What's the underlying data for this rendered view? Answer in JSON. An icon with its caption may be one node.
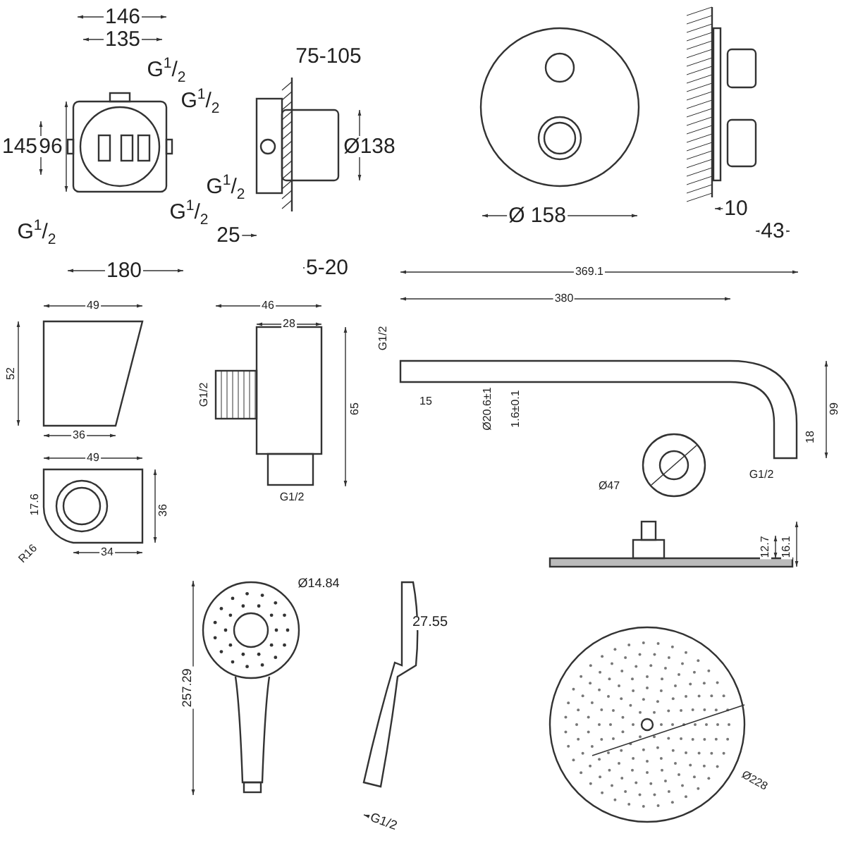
{
  "diagram": {
    "labels": [
      "146",
      "135",
      "G$^{1}$/$_{2}$",
      "G$^{1}$/$_{2}$",
      "145",
      "96",
      "75-105",
      "Ø138",
      "G$^{1}$/$_{2}$",
      "G$^{1}$/$_{2}$",
      "G$^{1}$/$_{2}$",
      "25",
      "180",
      "5-20",
      "Ø 158",
      "10",
      "43",
      "369.1",
      "49",
      "46",
      "28",
      "380",
      "52",
      "G1/2",
      "G1/2",
      "65",
      "15",
      "Ø20.6±1",
      "1.6±0.1",
      "99",
      "36",
      "49",
      "18",
      "G1/2",
      "Ø47",
      "G1/2",
      "17.6",
      "36",
      "R16",
      "34",
      "12.7",
      "16.1",
      "Ø14.84",
      "257.29",
      "27.55",
      "G1/2",
      "Ø228"
    ]
  }
}
